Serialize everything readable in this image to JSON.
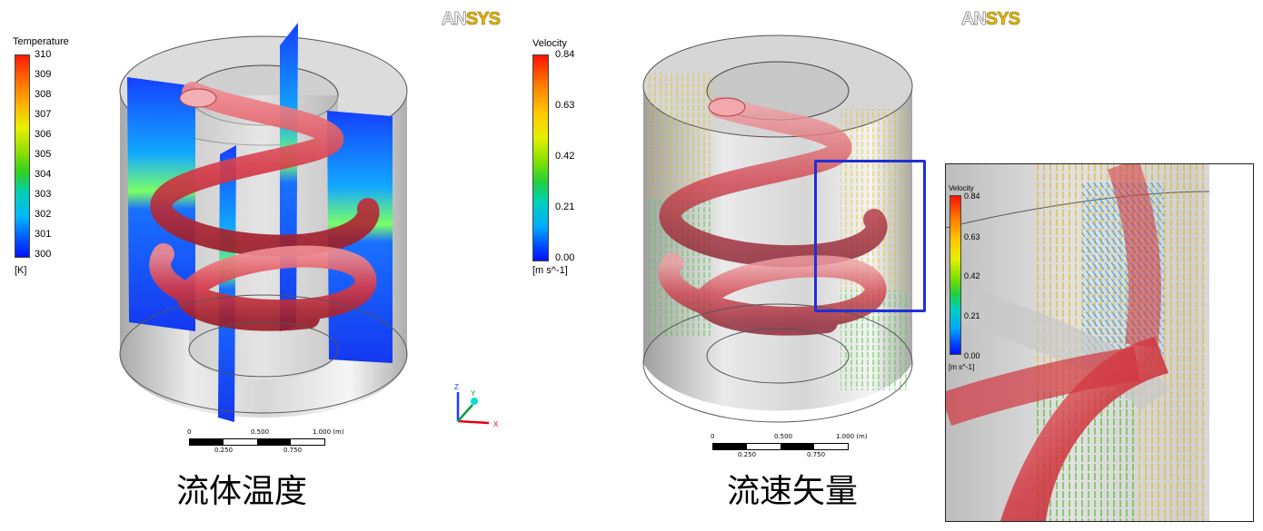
{
  "brand": {
    "logo_an": "AN",
    "logo_sys": "SYS"
  },
  "temperature_legend": {
    "title": "Temperature",
    "unit": "[K]",
    "ticks": [
      "310",
      "309",
      "308",
      "307",
      "306",
      "305",
      "304",
      "303",
      "302",
      "301",
      "300"
    ]
  },
  "velocity_legend": {
    "title": "Velocity",
    "unit": "[m s^-1]",
    "ticks": [
      "0.84",
      "0.63",
      "0.42",
      "0.21",
      "0.00"
    ]
  },
  "inset_legend": {
    "title": "Velocity",
    "unit": "[m s^-1]",
    "ticks": [
      "0.84",
      "0.63",
      "0.42",
      "0.21",
      "0.00"
    ]
  },
  "scale_bar": {
    "top_labels": [
      "0",
      "0.500",
      "1.000  (m)"
    ],
    "bottom_labels": [
      "0.250",
      "0.750"
    ]
  },
  "axes_triad": {
    "z": "Z",
    "y": "Y",
    "x": "X"
  },
  "captions": {
    "left": "流体温度",
    "right": "流速矢量"
  },
  "colors": {
    "cold": "#1a3cff",
    "hot": "#ff2a00",
    "pipe": "#d94a55",
    "highlight_box": "#1f2fd6"
  }
}
